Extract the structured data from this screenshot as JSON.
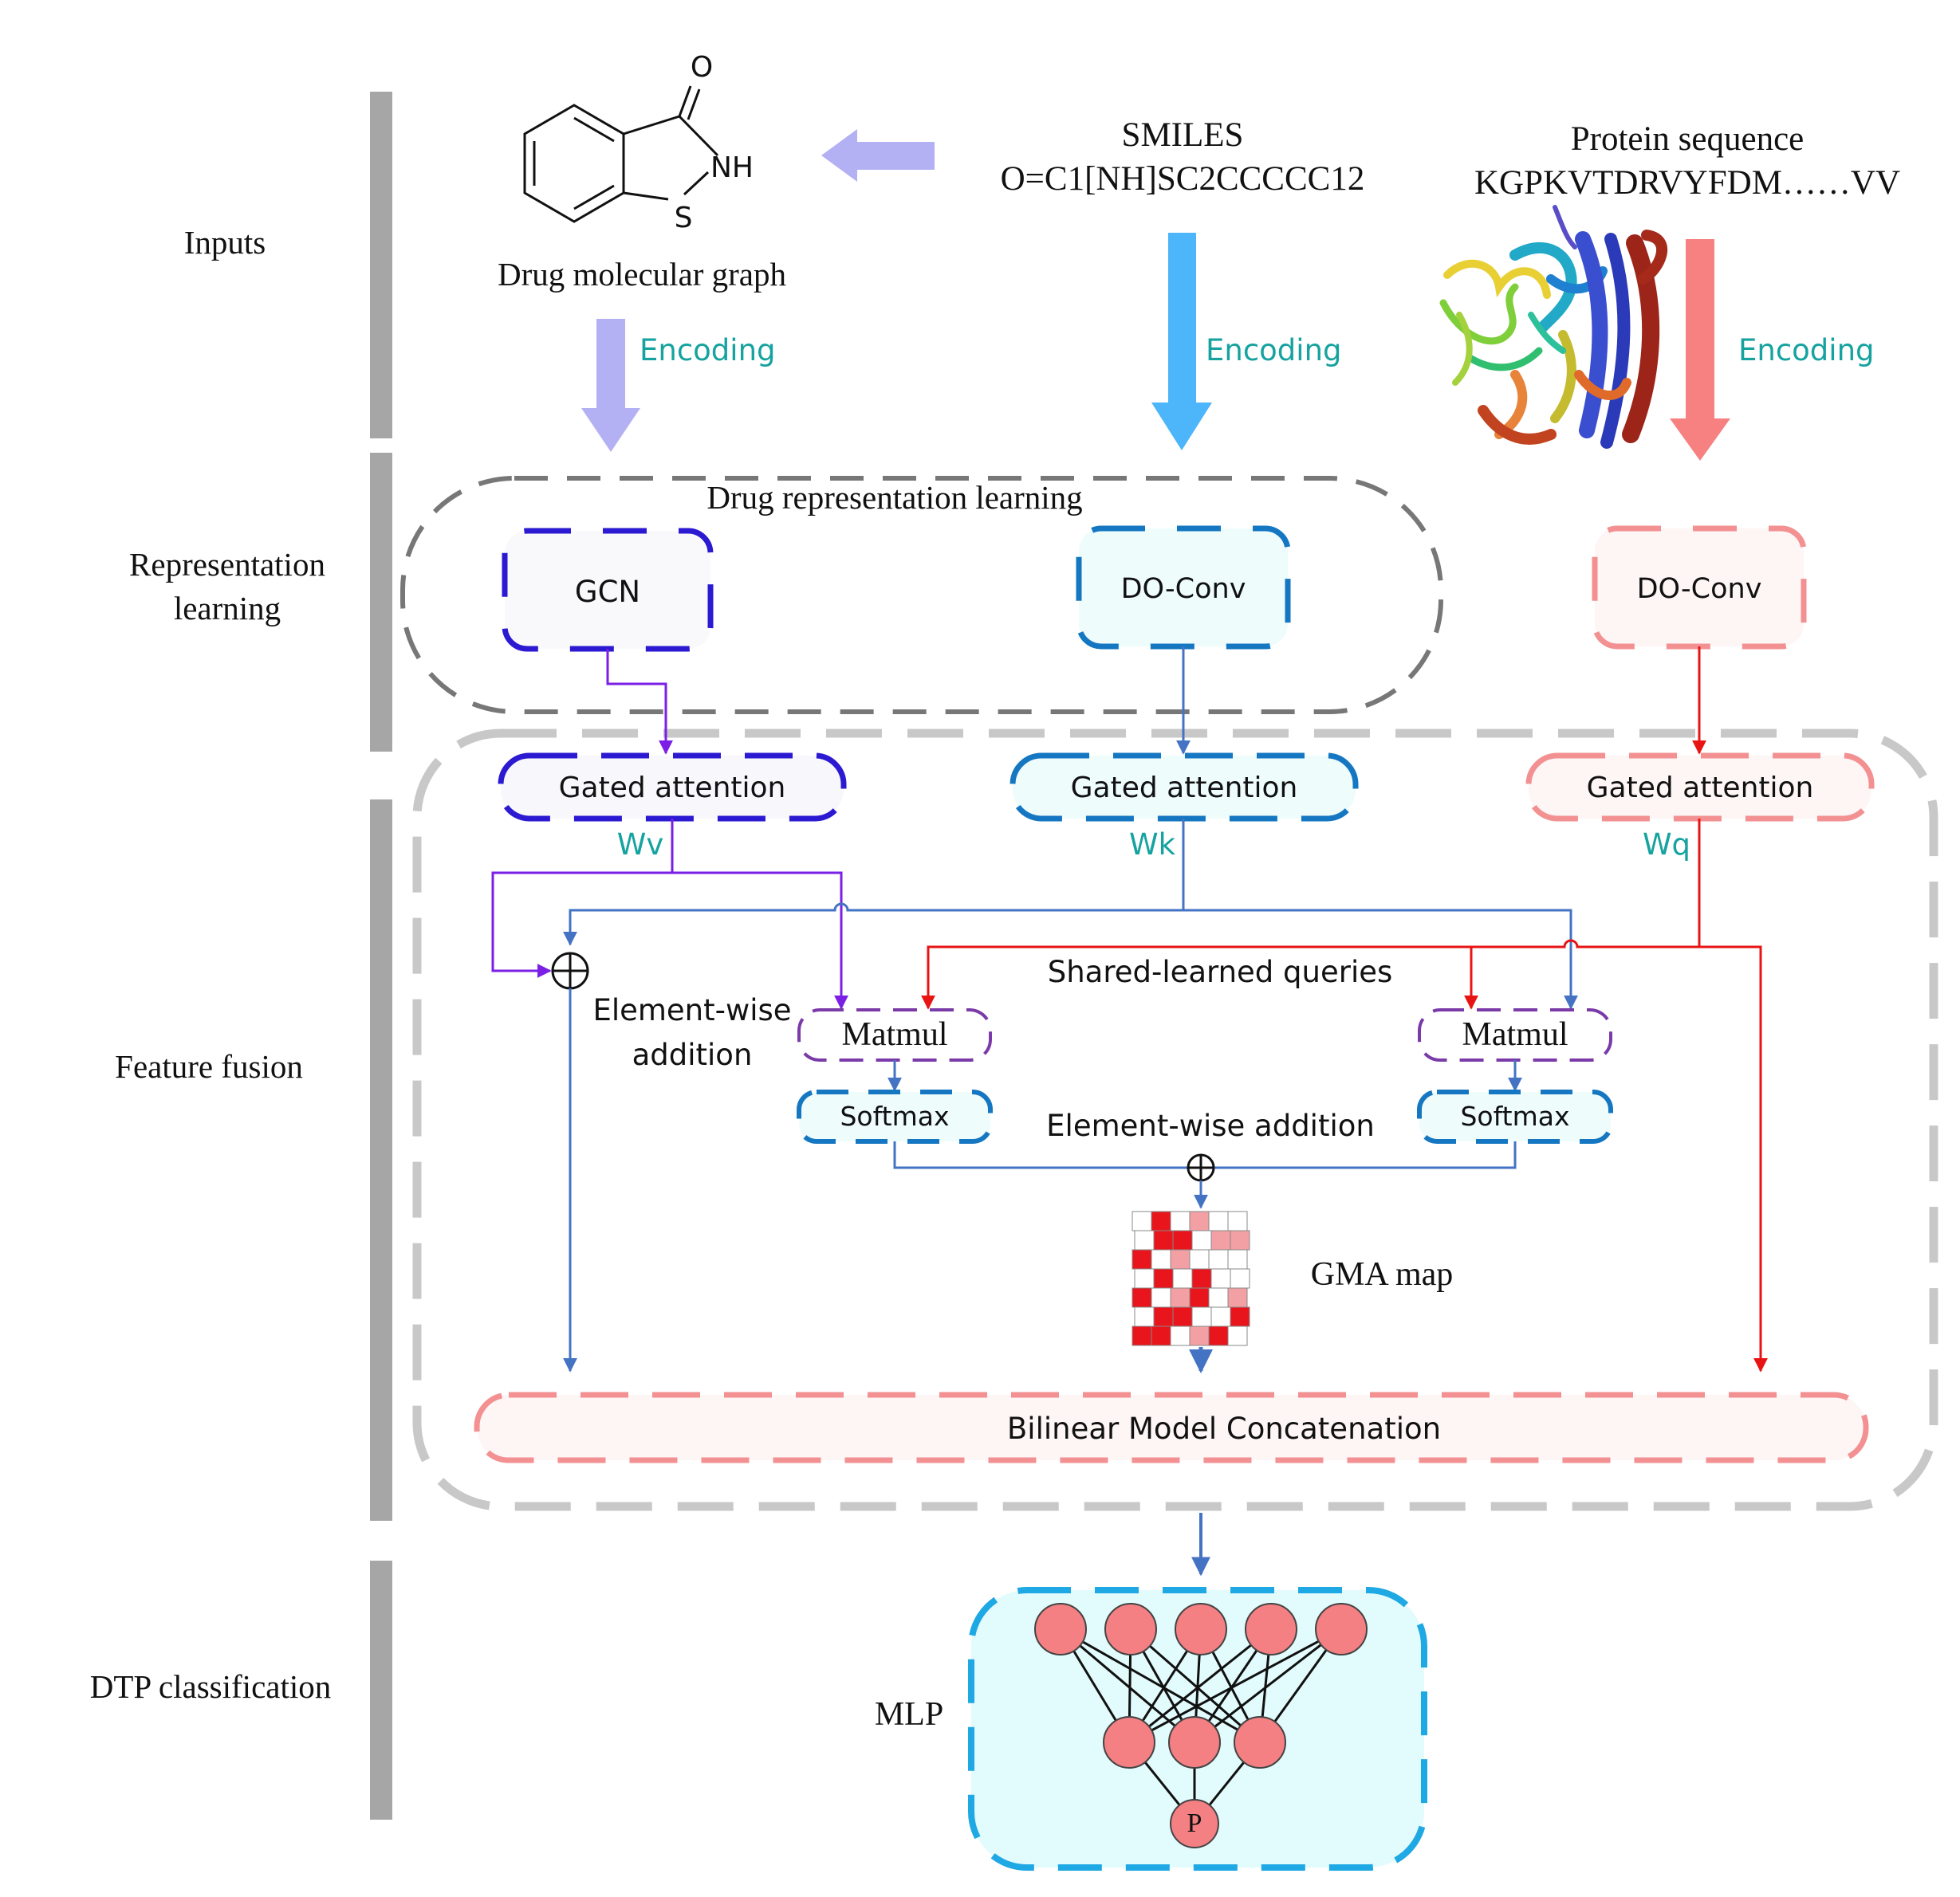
{
  "stages": {
    "inputs": "Inputs",
    "representation_line1": "Representation",
    "representation_line2": "learning",
    "fusion": "Feature fusion",
    "classification": "DTP  classification"
  },
  "inputs": {
    "molecule_label": "Drug molecular graph",
    "atom_o": "O",
    "atom_nh": "NH",
    "atom_s": "S",
    "smiles_title": "SMILES",
    "smiles_value": "O=C1[NH]SC2CCCCC12",
    "protein_title": "Protein sequence",
    "protein_value": "KGPKVTDRVYFDM……VV",
    "encoding_drug": "Encoding",
    "encoding_smiles": "Encoding",
    "encoding_protein": "Encoding"
  },
  "representation": {
    "group_title": "Drug representation learning",
    "gcn": "GCN",
    "doconv_drug": "DO-Conv",
    "doconv_protein": "DO-Conv"
  },
  "fusion": {
    "gated_left": "Gated attention",
    "gated_mid": "Gated attention",
    "gated_right": "Gated attention",
    "wv": "Wv",
    "wk": "Wk",
    "wq": "Wq",
    "shared_queries": "Shared-learned queries",
    "elementwise_left_1": "Element-wise",
    "elementwise_left_2": "addition",
    "elementwise_center": "Element-wise addition",
    "matmul_left": "Matmul",
    "matmul_right": "Matmul",
    "softmax_left": "Softmax",
    "softmax_right": "Softmax",
    "gma_map": "GMA map",
    "bilinear": "Bilinear Model Concatenation"
  },
  "classification": {
    "mlp": "MLP",
    "output_node": "P"
  },
  "colors": {
    "stage_bar": "#a6a6a6",
    "drug_arrow": "#b4b0f4",
    "smiles_arrow": "#4db5f9",
    "protein_arrow": "#f78080",
    "teal_text": "#16a3a0",
    "gcn_border": "#2b1ad1",
    "doconv_border": "#1577c2",
    "protein_border": "#f39092",
    "purple_line": "#7b1fe6",
    "blue_line": "#4473c4",
    "red_line": "#e81414",
    "matmul_border": "#7a3aa8",
    "mlp_border": "#1ea8e4",
    "mlp_node": "#f48083"
  }
}
